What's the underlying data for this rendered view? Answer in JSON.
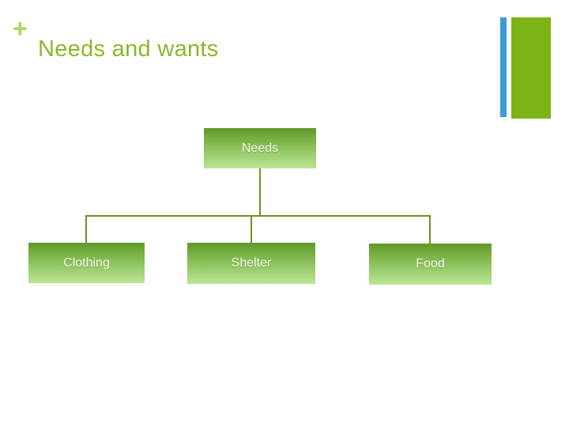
{
  "slide": {
    "plus_symbol": "+",
    "title": "Needs and wants"
  },
  "diagram": {
    "type": "hierarchy",
    "root": {
      "label": "Needs"
    },
    "children": [
      {
        "label": "Clothing"
      },
      {
        "label": "Shelter"
      },
      {
        "label": "Food"
      }
    ]
  },
  "colors": {
    "title_text": "#8ab829",
    "plus_icon": "#a9d75b",
    "accent_blue": "#3d9ad3",
    "accent_green": "#7cb416",
    "connector": "#6e9026",
    "node_gradient_top": "#5f9a28",
    "node_gradient_bottom": "#bde696",
    "node_text": "#f3f8ea"
  }
}
